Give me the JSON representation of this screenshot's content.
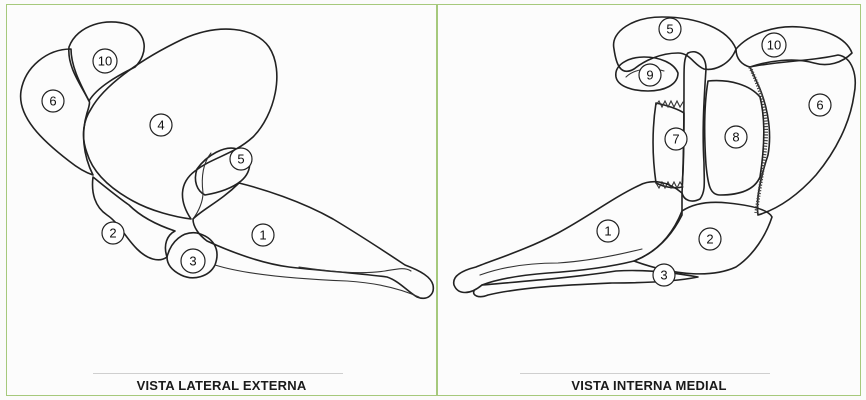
{
  "panels": [
    {
      "caption": "VISTA LATERAL EXTERNA",
      "labels": [
        "10",
        "6",
        "4",
        "5",
        "2",
        "1",
        "3"
      ]
    },
    {
      "caption": "VISTA INTERNA MEDIAL",
      "labels": [
        "5",
        "10",
        "9",
        "6",
        "7",
        "8",
        "1",
        "2",
        "3"
      ]
    }
  ],
  "colors": {
    "border": "#a6c97c",
    "ink": "#222222"
  }
}
